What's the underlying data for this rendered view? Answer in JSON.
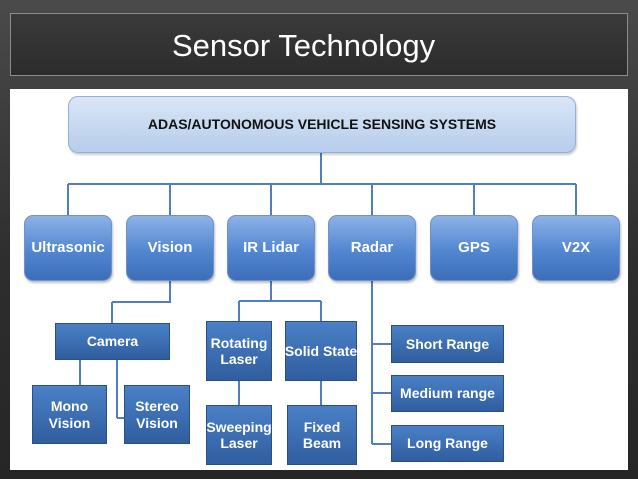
{
  "slide": {
    "title": "Sensor Technology"
  },
  "diagram": {
    "root": "ADAS/AUTONOMOUS VEHICLE SENSING SYSTEMS",
    "categories": [
      "Ultrasonic",
      "Vision",
      "IR Lidar",
      "Radar",
      "GPS",
      "V2X"
    ],
    "vision": {
      "camera": "Camera",
      "mono": "Mono Vision",
      "stereo": "Stereo Vision"
    },
    "lidar": {
      "rotating": "Rotating Laser",
      "solid_state": "Solid State",
      "sweeping": "Sweeping Laser",
      "fixed": "Fixed Beam"
    },
    "radar": {
      "short": "Short Range",
      "medium": "Medium range",
      "long": "Long Range"
    }
  },
  "colors": {
    "connector": "#4f7fc0",
    "level1": "#5186d0",
    "level2": "#3a6aaa",
    "root": "#c6d8f0"
  }
}
